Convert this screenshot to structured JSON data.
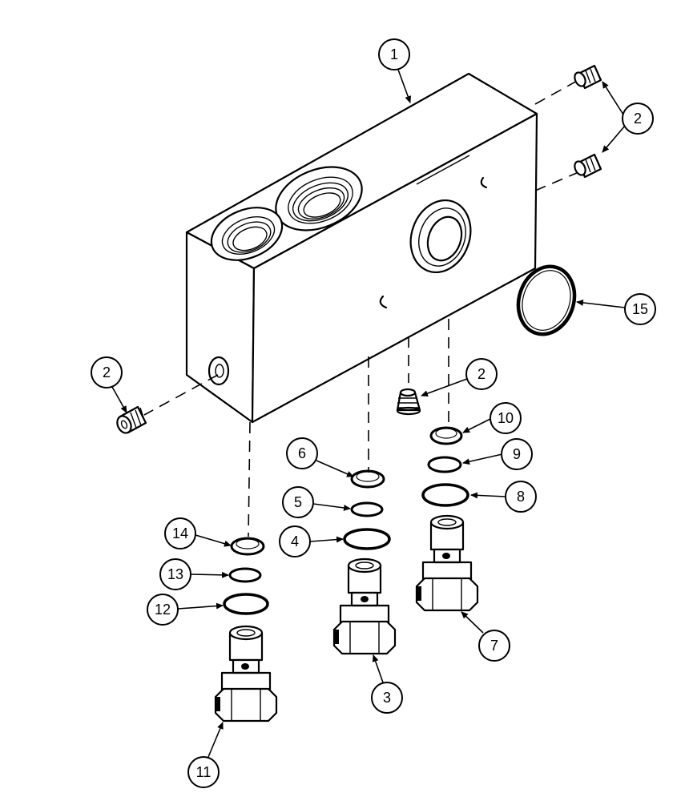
{
  "callouts": {
    "c1": "1",
    "c2a": "2",
    "c2b": "2",
    "c2c": "2",
    "c3": "3",
    "c4": "4",
    "c5": "5",
    "c6": "6",
    "c7": "7",
    "c8": "8",
    "c9": "9",
    "c10": "10",
    "c11": "11",
    "c12": "12",
    "c13": "13",
    "c14": "14",
    "c15": "15"
  }
}
